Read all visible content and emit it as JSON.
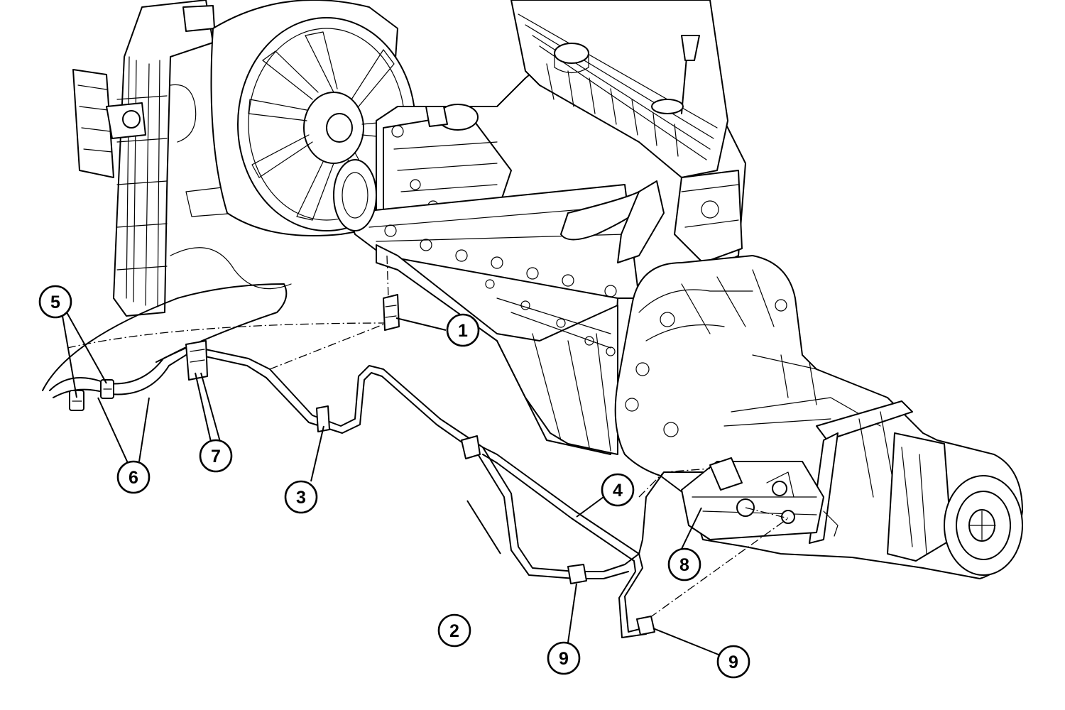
{
  "callouts": [
    {
      "id": "1",
      "label": "1"
    },
    {
      "id": "2",
      "label": "2"
    },
    {
      "id": "3",
      "label": "3"
    },
    {
      "id": "4",
      "label": "4"
    },
    {
      "id": "5",
      "label": "5"
    },
    {
      "id": "6",
      "label": "6"
    },
    {
      "id": "7",
      "label": "7"
    },
    {
      "id": "8",
      "label": "8"
    },
    {
      "id": "9a",
      "label": "9"
    },
    {
      "id": "9b",
      "label": "9"
    }
  ]
}
